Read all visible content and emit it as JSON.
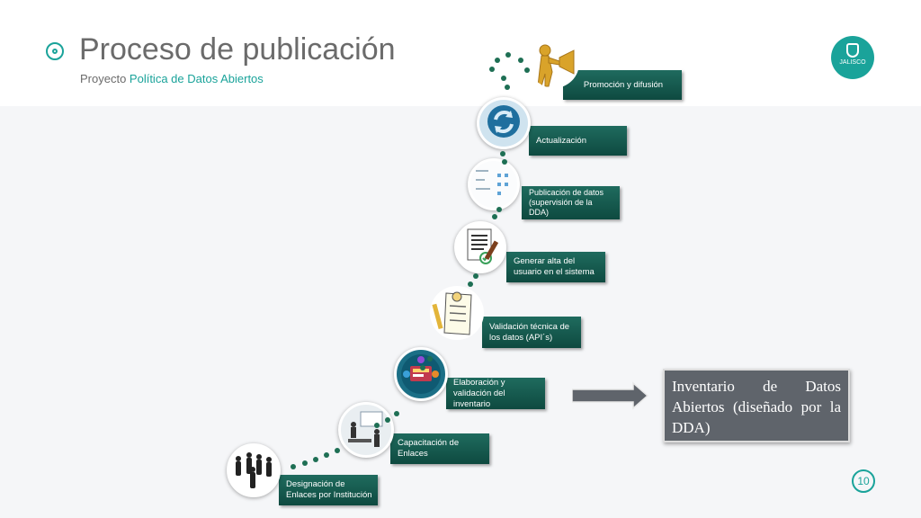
{
  "header": {
    "title": "Proceso de publicación",
    "subtitle_prefix": "Proyecto ",
    "subtitle_accent": "Política de Datos Abiertos",
    "logo_text": "JALISCO"
  },
  "steps": [
    {
      "label": "Designación de Enlaces por Institución",
      "icon": "business-people-icon"
    },
    {
      "label": "Capacitación de Enlaces",
      "icon": "training-presentation-icon"
    },
    {
      "label": "Elaboración y validación del inventario",
      "icon": "digital-monitor-icon"
    },
    {
      "label": "Validación técnica de los datos (API´s)",
      "icon": "checklist-paper-icon"
    },
    {
      "label": "Generar alta del usuario en el sistema",
      "icon": "signed-document-icon"
    },
    {
      "label": "Publicación de datos (supervisión de la DDA)",
      "icon": "web-page-icon"
    },
    {
      "label": "Actualización",
      "icon": "refresh-icon"
    },
    {
      "label": "Promoción y difusión",
      "icon": "megaphone-figure-icon"
    }
  ],
  "inventory_box": {
    "text": "Inventario de Datos Abiertos (diseñado por la DDA)"
  },
  "page_number": "10",
  "colors": {
    "accent": "#1aa39a",
    "step_label": "#14574c",
    "inventory_box": "#5f646b"
  }
}
